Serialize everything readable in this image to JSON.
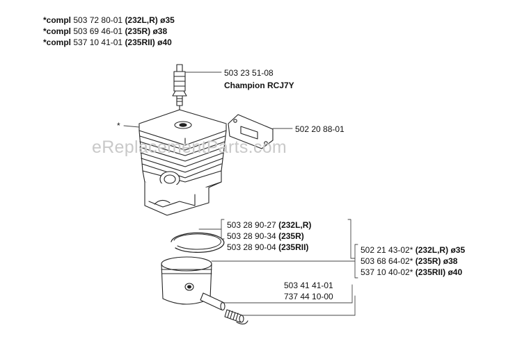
{
  "header": {
    "lines": [
      {
        "prefix": "*compl",
        "part": "503 72 80-01",
        "model": "(232L,R)",
        "bore": "ø35"
      },
      {
        "prefix": "*compl",
        "part": "503 69 46-01",
        "model": "(235R)",
        "bore": "ø38"
      },
      {
        "prefix": "*compl",
        "part": "537 10 41-01",
        "model": "(235RII)",
        "bore": "ø40"
      }
    ]
  },
  "watermark": "eReplacementParts.com",
  "callouts": {
    "spark_plug": {
      "part": "503 23 51-08",
      "name": "Champion RCJ7Y"
    },
    "cylinder_marker": "*",
    "gasket": {
      "part": "502 20 88-01"
    },
    "ring_group": [
      {
        "part": "503 28 90-27",
        "model": "(232L,R)"
      },
      {
        "part": "503 28 90-34",
        "model": "(235R)"
      },
      {
        "part": "503 28 90-04",
        "model": "(235RII)"
      }
    ],
    "piston_group": [
      {
        "part": "502 21 43-02*",
        "model": "(232L,R)",
        "bore": "ø35"
      },
      {
        "part": "503 68 64-02*",
        "model": "(235R)",
        "bore": "ø38"
      },
      {
        "part": "537 10 40-02*",
        "model": "(235RII)",
        "bore": "ø40"
      }
    ],
    "pin": {
      "part": "503 41 41-01"
    },
    "bearing": {
      "part": "737 44 10-00"
    }
  }
}
